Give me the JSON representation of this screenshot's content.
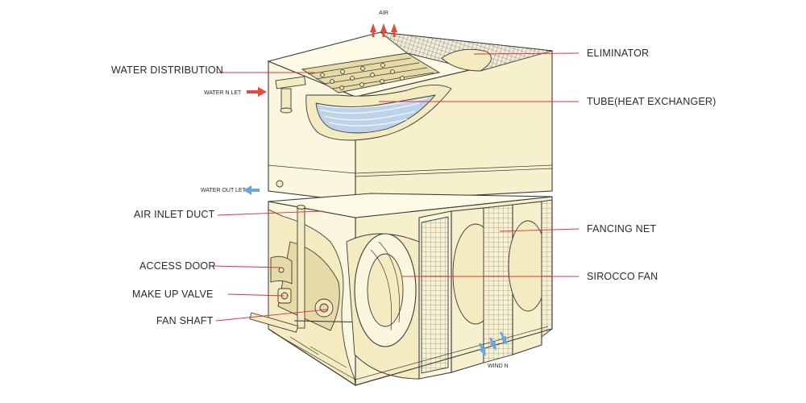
{
  "labels": {
    "air": "AIR",
    "water_distribution": "WATER DISTRIBUTION",
    "water_inlet": "WATER N LET",
    "water_outlet": "WATER OUT LET",
    "air_inlet_duct": "AIR INLET DUCT",
    "access_door": "ACCESS DOOR",
    "make_up_valve": "MAKE UP VALVE",
    "fan_shaft": "FAN SHAFT",
    "eliminator": "ELIMINATOR",
    "tube_heat_exchanger": "TUBE(HEAT EXCHANGER)",
    "fancing_net": "FANCING NET",
    "sirocco_fan": "SIROCCO FAN",
    "wind_in": "WIND N"
  },
  "colors": {
    "leader_line": "#e0303a",
    "air_arrow": "#e64a3c",
    "wind_arrow": "#6aa6dc",
    "body": "#fbf7de",
    "tubes": "#bcd3ea"
  }
}
